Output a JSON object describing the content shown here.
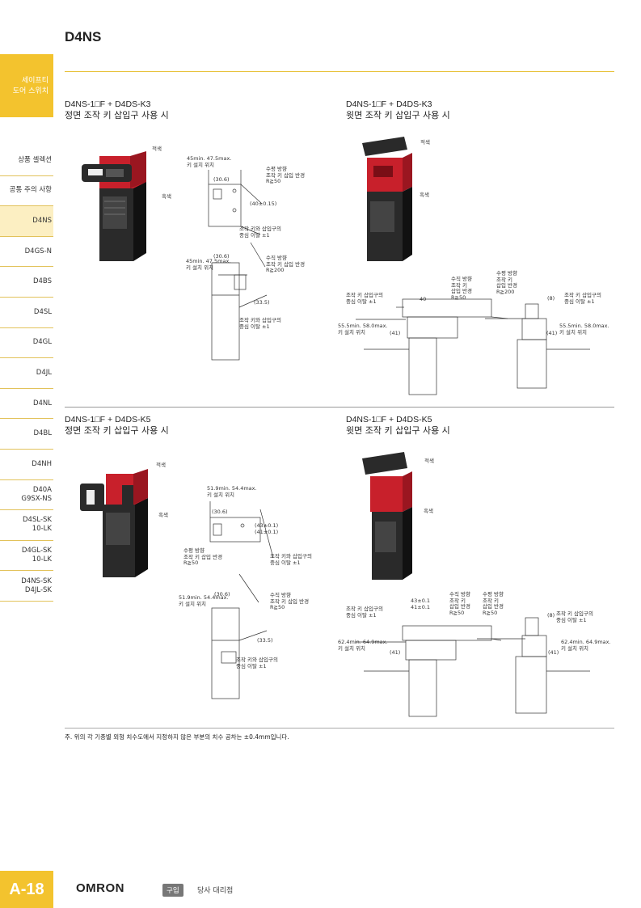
{
  "header": {
    "title": "D4NS"
  },
  "side_tab": {
    "label": "세이프티\n도어 스위치"
  },
  "sidebar": {
    "items": [
      "상품 셀렉션",
      "공통 주의 사항",
      "D4NS",
      "D4GS-N",
      "D4BS",
      "D4SL",
      "D4GL",
      "D4JL",
      "D4NL",
      "D4BL",
      "D4NH",
      "D40A\nG9SX-NS",
      "D4SL-SK\n10-LK",
      "D4GL-SK\n10-LK",
      "D4NS-SK\nD4JL-SK"
    ],
    "active_index": 2
  },
  "sections": [
    {
      "model": "D4NS-1□F + D4DS-K3",
      "subtitle": "정면 조작 키 삽입구 사용 시"
    },
    {
      "model": "D4NS-1□F + D4DS-K3",
      "subtitle": "윗면 조작 키 삽입구 사용 시"
    },
    {
      "model": "D4NS-1□F + D4DS-K5",
      "subtitle": "정면 조작 키 삽입구 사용 시"
    },
    {
      "model": "D4NS-1□F + D4DS-K5",
      "subtitle": "윗면 조작 키 삽입구 사용 시"
    }
  ],
  "labels": {
    "red": "적색",
    "black": "흑색",
    "q1_key_pos": "45min. 47.5max.\n키 설치 위치",
    "q1_horiz": "수평 방향\n조작 키 삽입 반경\nR≧50",
    "q1_d306": "(30.6)",
    "q1_d40": "(40±0.15)",
    "q1_center": "조작 키와 삽입구의\n중심 이탈 ±1",
    "q1_key_pos2": "45min. 47.5max.\n키 설치 위치",
    "q1_vert": "수직 방향\n조작 키 삽입 반경\nR≧200",
    "q1_d306b": "(30.6)",
    "q1_d335": "(33.5)",
    "q1_center2": "조작 키와 삽입구의\n중심 이탈 ±1",
    "q2_center": "조작 키 삽입구의\n중심 이탈 ±1",
    "q2_d40": "40",
    "q2_vert": "수직 방향\n조작 키\n삽입 반경\nR≧50",
    "q2_key_pos": "55.5min. 58.0max.\n키 설치 위치",
    "q2_d41": "(41)",
    "q2_horiz": "수평 방향\n조작 키\n삽입 반경\nR≧200",
    "q2_d8": "(8)",
    "q2_center2": "조작 키 삽입구의\n중심 이탈 ±1",
    "q2_key_pos2": "55.5min. 58.0max.\n키 설치 위치",
    "q2_d41b": "(41)",
    "q3_key_pos": "51.9min. 54.4max.\n키 설치 위치",
    "q3_d306": "(30.6)",
    "q3_d43": "(43±0.1)",
    "q3_d41": "(41±0.1)",
    "q3_horiz": "수평 방향\n조작 키 삽입 반경\nR≧50",
    "q3_center": "조작 키와 삽입구의\n중심 이탈 ±1",
    "q3_key_pos2": "51.9min. 54.4max.\n키 설치 위치",
    "q3_d306b": "(30.6)",
    "q3_vert": "수직 방향\n조작 키 삽입 반경\nR≧50",
    "q3_d335": "(33.5)",
    "q3_center2": "조작 키와 삽입구의\n중심 이탈 ±1",
    "q4_center": "조작 키 삽입구의\n중심 이탈 ±1",
    "q4_d43": "43±0.1",
    "q4_d41": "41±0.1",
    "q4_vert": "수직 방향\n조작 키\n삽입 반경\nR≧50",
    "q4_horiz": "수평 방향\n조작 키\n삽입 반경\nR≧50",
    "q4_key_pos": "62.4min. 64.9max.\n키 설치 위치",
    "q4_d41b": "(41)",
    "q4_d8": "(8)",
    "q4_center2": "조작 키 삽입구의\n중심 이탈 ±1",
    "q4_key_pos2": "62.4min. 64.9max.\n키 설치 위치",
    "q4_d41c": "(41)"
  },
  "note": "주. 위의 각 기종별 외형 치수도에서 지정하지 않은 부분의 치수 공차는 ±0.4mm입니다.",
  "footer": {
    "page": "A-18",
    "brand": "OMRON",
    "buy_badge": "구입",
    "buy_text": "당사 대리점"
  },
  "colors": {
    "accent": "#f3c32e",
    "switch_red": "#c8202b",
    "switch_black": "#2a2a2a"
  }
}
